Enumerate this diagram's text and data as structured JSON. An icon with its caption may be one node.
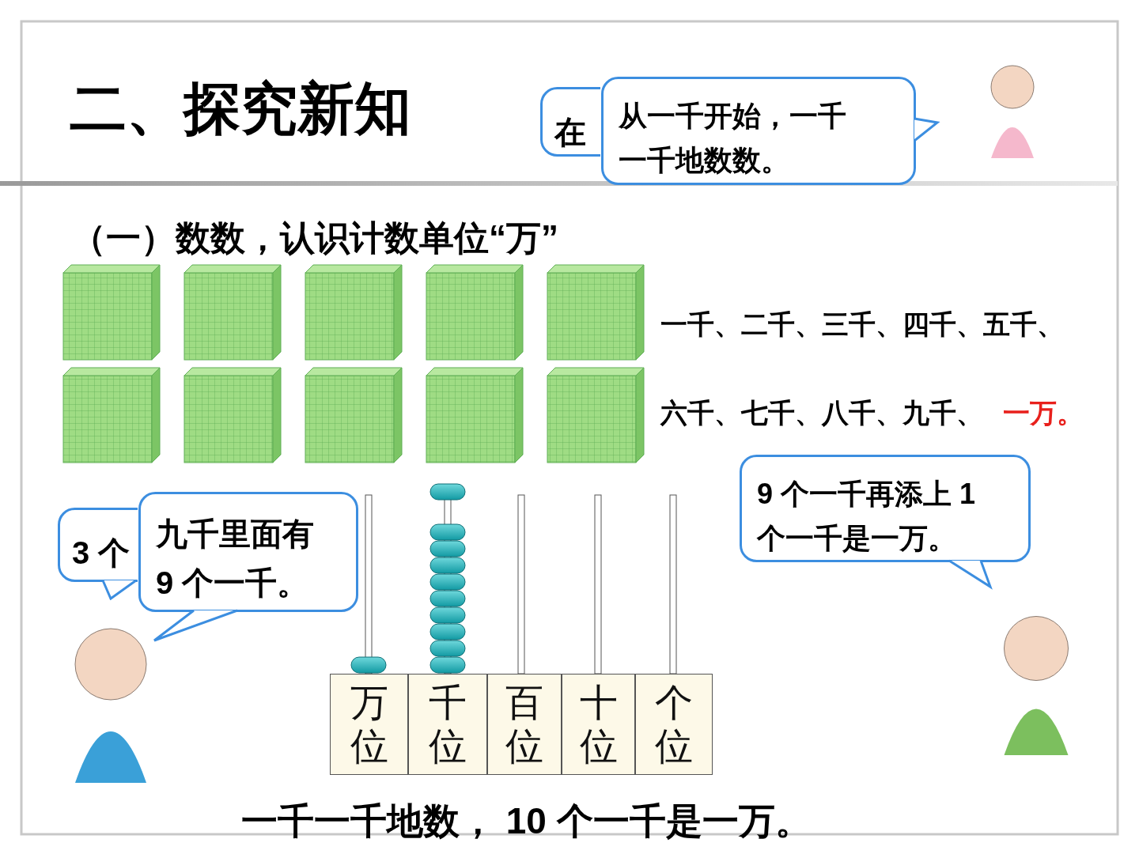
{
  "diagram": {
    "title": "二、探究新知",
    "nodes": [
      {
        "text": [
          "在"
        ]
      },
      {
        "text": [
          "从一千开始，一千一千地数数。"
        ]
      },
      {
        "text": [
          "3 个"
        ]
      },
      {
        "text": [
          "九千里面有 9 个一千。"
        ]
      },
      {
        "text": [
          "9 个一千再添上 1 个一千是一万。"
        ]
      },
      {
        "text": [
          "万位"
        ]
      },
      {
        "text": [
          "千位"
        ]
      },
      {
        "text": [
          "百位"
        ]
      },
      {
        "text": [
          "十位"
        ]
      },
      {
        "text": [
          "个位"
        ]
      }
    ],
    "edges": [],
    "labels": [
      "（一）数数，认识计数单位“万”",
      "一千、二千、三千、四千、五千、",
      "六千、七千、八千、九千、",
      "一万。",
      "一千一千地数， 10 个一千是一万。"
    ]
  }
}
